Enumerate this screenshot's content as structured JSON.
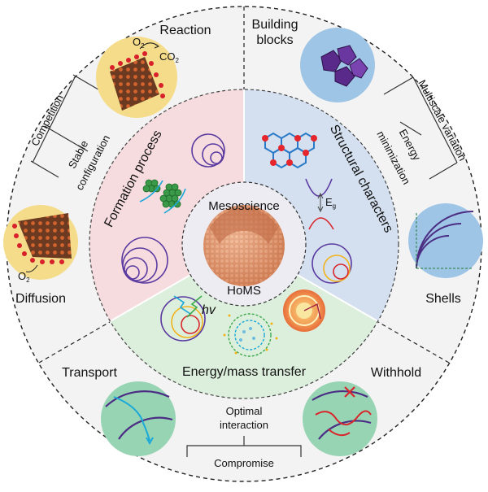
{
  "outer_labels": {
    "reaction": "Reaction",
    "building_blocks_line1": "Building",
    "building_blocks_line2": "blocks",
    "diffusion": "Diffusion",
    "shells": "Shells",
    "transport": "Transport",
    "withhold": "Withhold"
  },
  "compromise_pairs": {
    "competition": "Competition",
    "stable_line1": "Stable",
    "stable_line2": "configuration",
    "multiscale": "Multiscale variation",
    "energy_line1": "Energy",
    "energy_line2": "minimization",
    "optimal_line1": "Optimal",
    "optimal_line2": "interaction",
    "compromise": "Compromise"
  },
  "sectors": {
    "formation": "Formation process",
    "structural": "Structural characters",
    "transfer": "Energy/mass transfer"
  },
  "center": {
    "top": "Mesoscience",
    "bottom": "HoMS"
  },
  "symbols": {
    "o2_top": "O",
    "co2": "CO",
    "o2_bottom": "O",
    "sub2": "2",
    "eg": "E",
    "eg_sub": "g",
    "hv": "hv"
  },
  "colors": {
    "formation": "#f7dcdf",
    "structural": "#d4e0f0",
    "transfer": "#dcefdc",
    "yellow_bubble": "#f5dc8a",
    "blue_bubble": "#9ec5e6",
    "green_bubble": "#97d4b4",
    "sphere": "#e8a07c"
  }
}
